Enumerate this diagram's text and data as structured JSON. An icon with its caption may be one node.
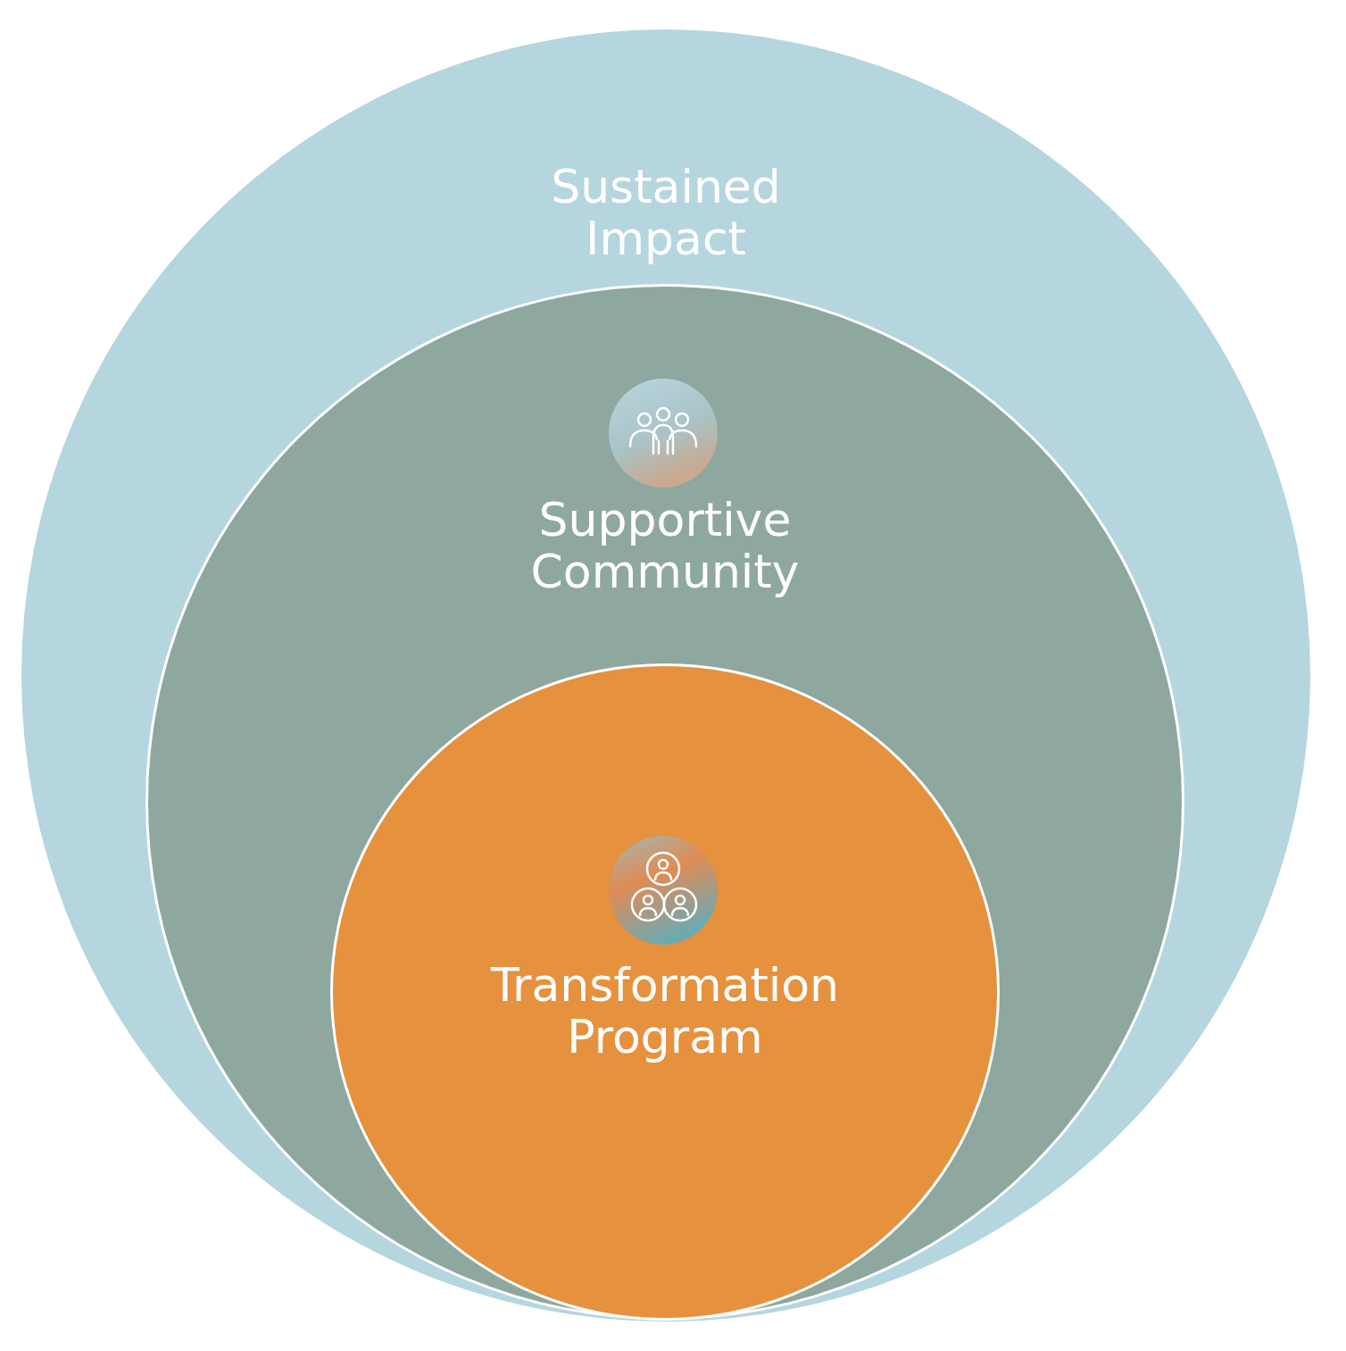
{
  "diagram": {
    "nodes": [
      {
        "text": [
          "Sustained Impact"
        ]
      },
      {
        "text": [
          "Supportive Community"
        ],
        "in": 0
      },
      {
        "text": [
          "Transformation Program"
        ],
        "in": 1
      }
    ]
  }
}
